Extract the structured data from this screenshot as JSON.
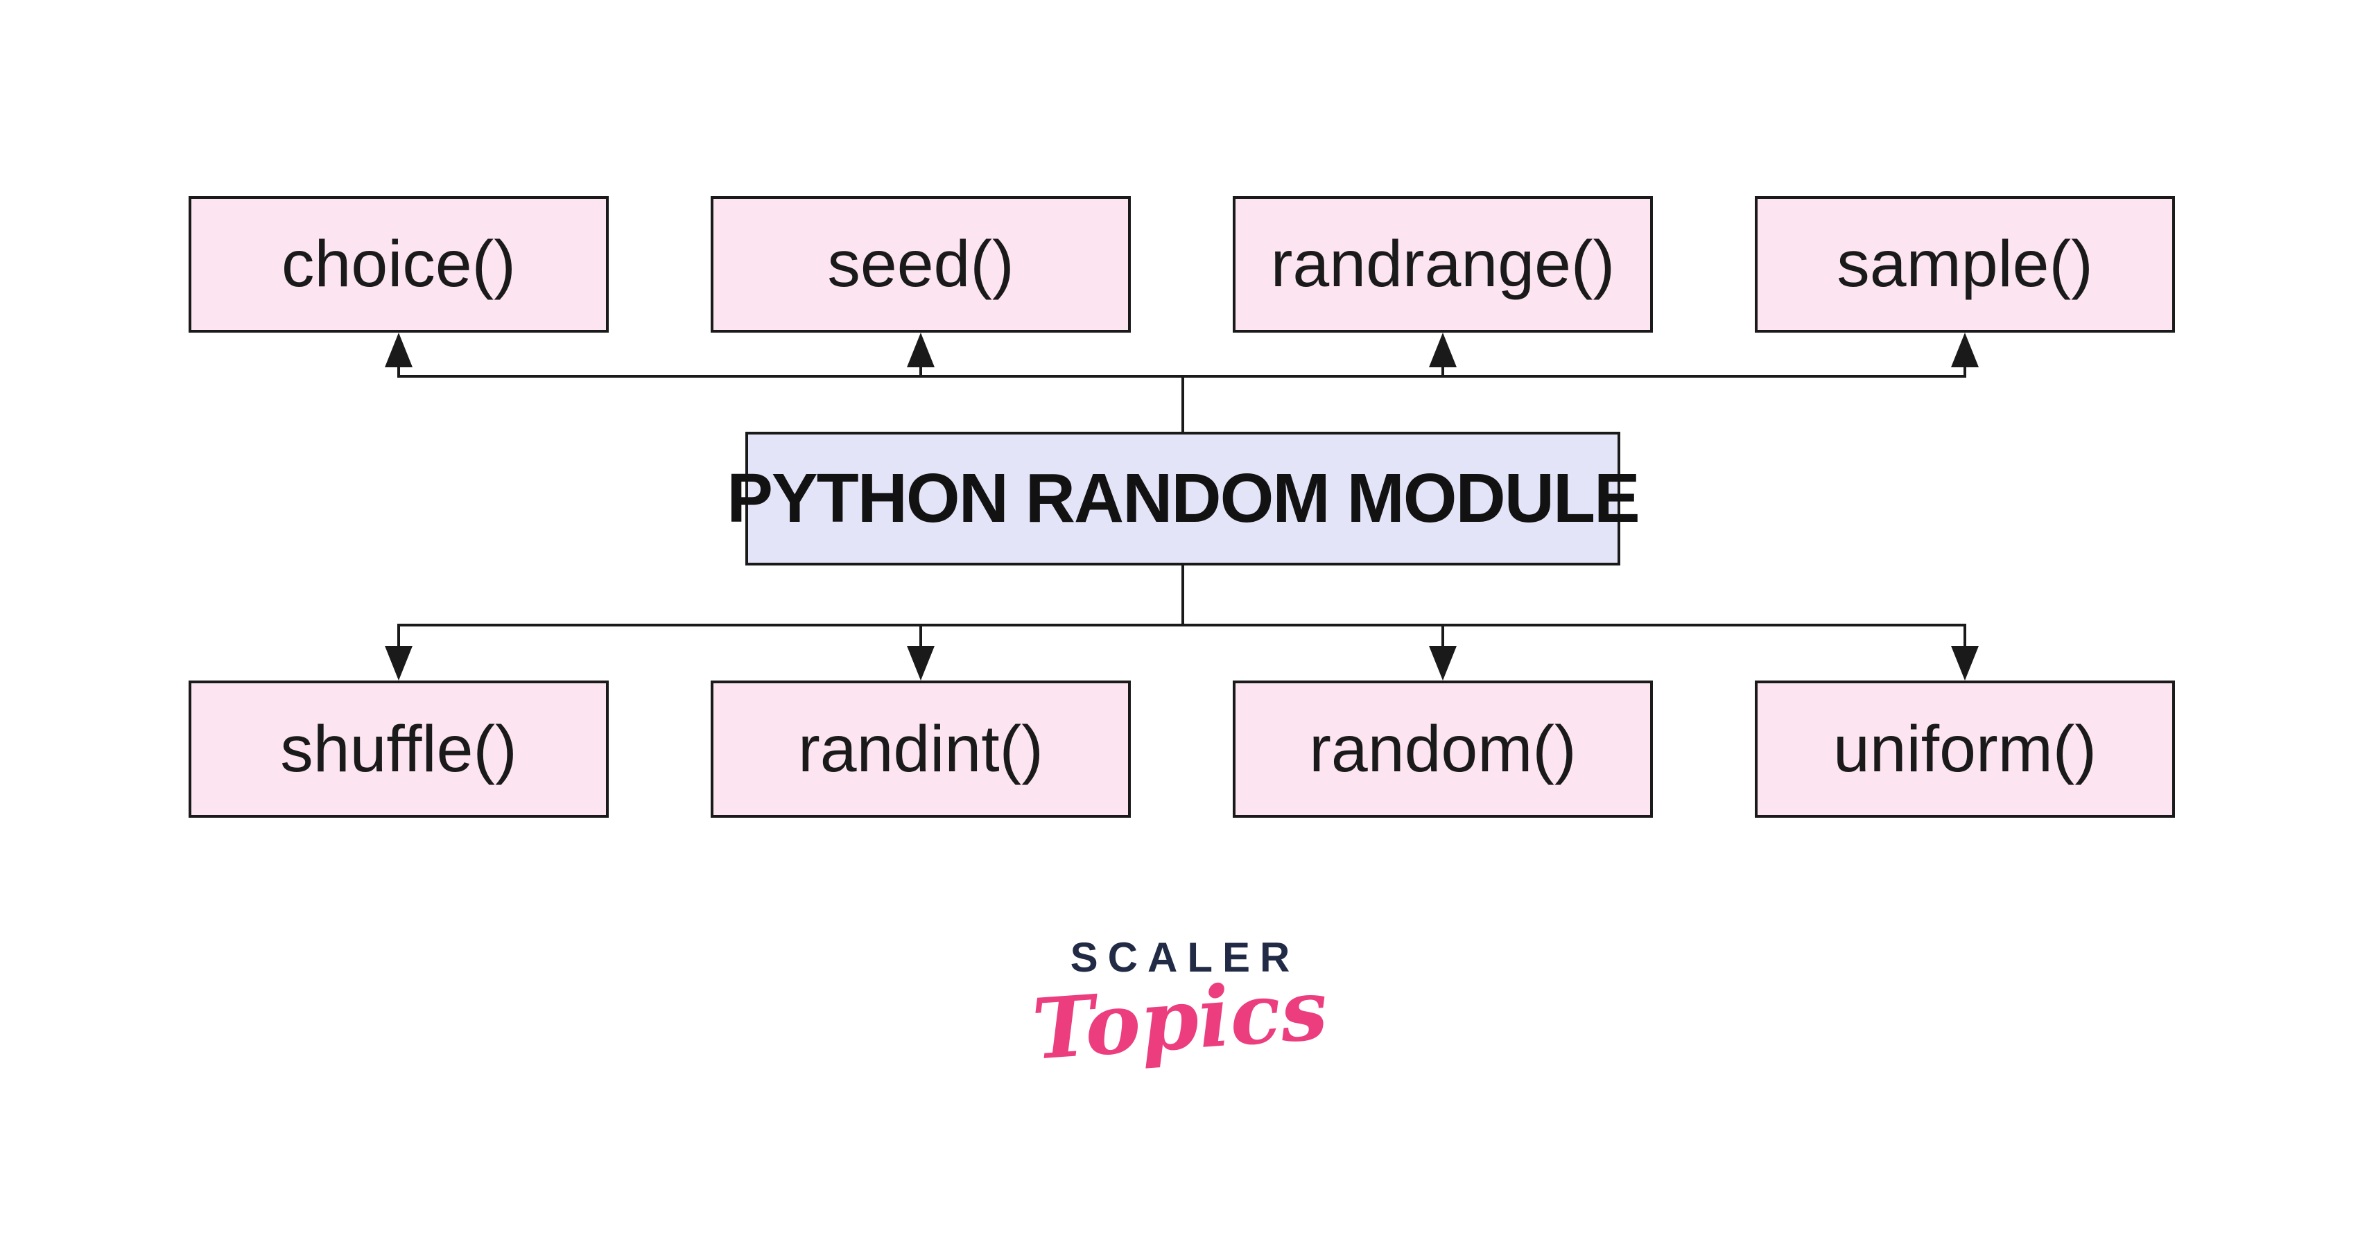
{
  "title": "PYTHON RANDOM MODULE",
  "top_functions": [
    "choice()",
    "seed()",
    "randrange()",
    "sample()"
  ],
  "bottom_functions": [
    "shuffle()",
    "randint()",
    "random()",
    "uniform()"
  ],
  "logo": {
    "brand": "SCALER",
    "sub": "Topics"
  },
  "colors": {
    "background": "#FFFFFF",
    "function_box_fill": "#FCE4F0",
    "module_box_fill": "#E4E4F8",
    "box_border": "#1A1A1A",
    "connector": "#1A1A1A",
    "text": "#1A1A1A",
    "brand_navy": "#222B45",
    "brand_pink": "#EC3E7F"
  }
}
